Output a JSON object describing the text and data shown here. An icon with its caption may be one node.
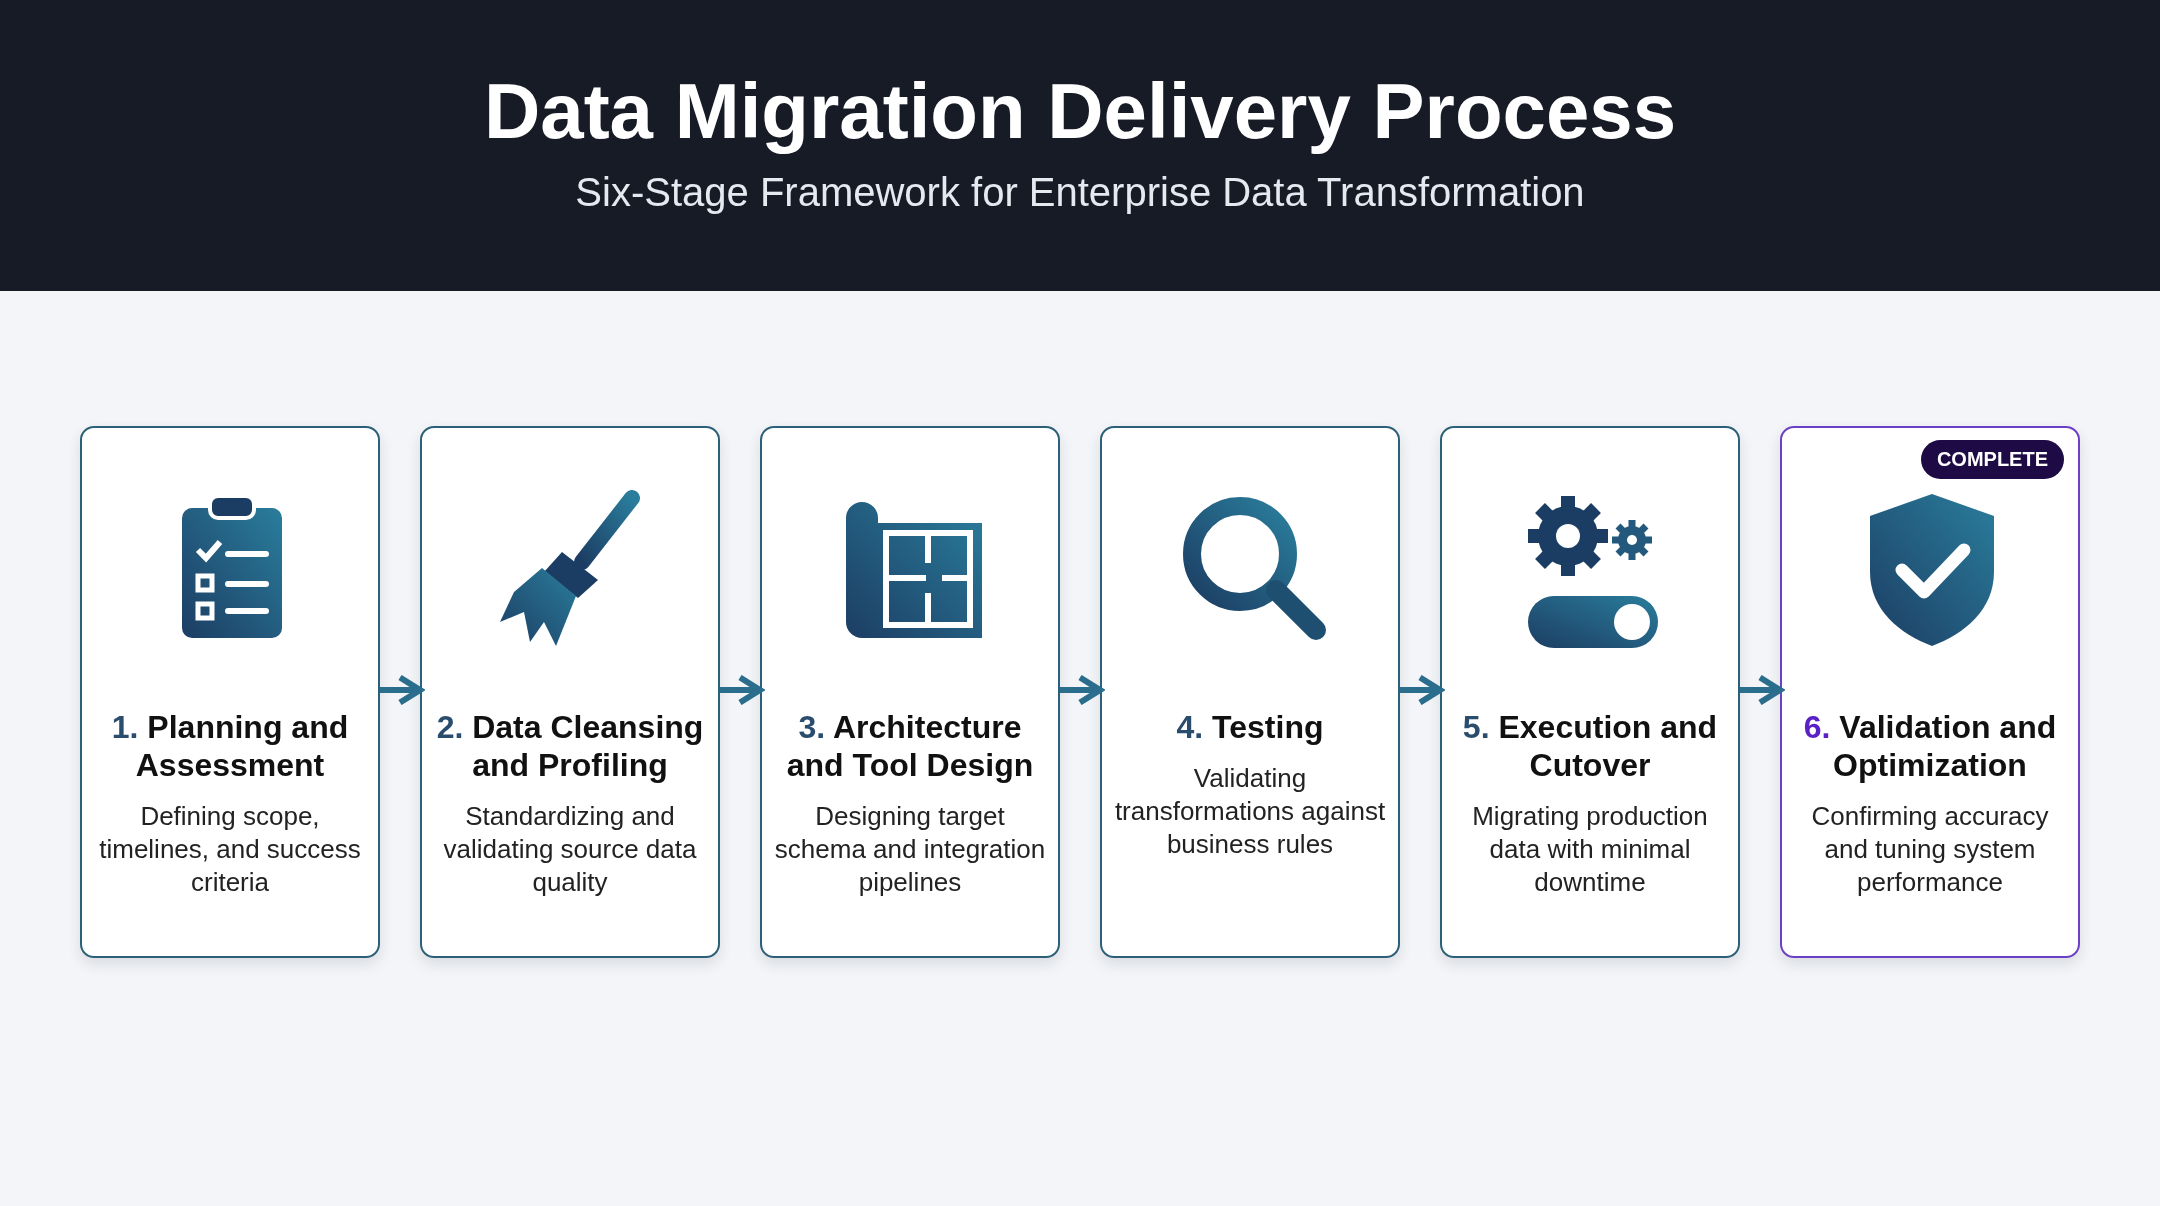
{
  "diagram": {
    "title": "Data Migration Delivery Process",
    "nodes": [
      {
        "text": [
          "1. Planning and Assessment",
          "Defining scope, timelines, and success criteria"
        ]
      },
      {
        "text": [
          "2. Data Cleansing and Profiling",
          "Standardizing and validating source data quality"
        ]
      },
      {
        "text": [
          "3. Architecture and Tool Design",
          "Designing target schema and integration pipelines"
        ]
      },
      {
        "text": [
          "4. Testing",
          "Validating transformations against business rules"
        ]
      },
      {
        "text": [
          "5. Execution and Cutover",
          "Migrating production data with minimal downtime"
        ]
      },
      {
        "text": [
          "6. Validation and Optimization",
          "Confirming accuracy and tuning system performance"
        ]
      }
    ],
    "edges": [
      {
        "from": 0,
        "to": 1,
        "arrow": "to"
      },
      {
        "from": 1,
        "to": 2,
        "arrow": "to"
      },
      {
        "from": 2,
        "to": 3,
        "arrow": "to"
      },
      {
        "from": 3,
        "to": 4,
        "arrow": "to"
      },
      {
        "from": 4,
        "to": 5,
        "arrow": "to"
      }
    ],
    "labels": [
      "Six-Stage Framework for Enterprise Data Transformation",
      "COMPLETE"
    ]
  }
}
